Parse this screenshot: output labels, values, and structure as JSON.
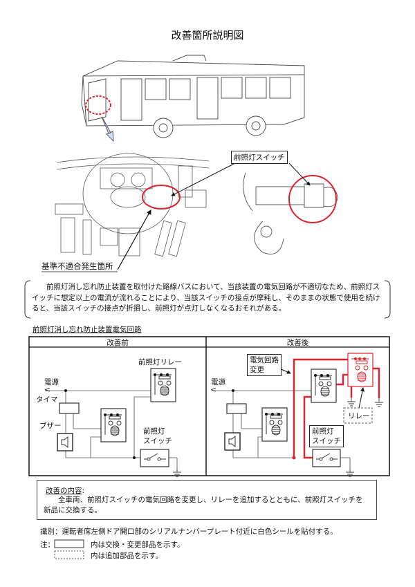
{
  "title": "改善箇所説明図",
  "illustration": {
    "switch_label": "前照灯スイッチ",
    "defect_location_label": "基準不適合発生箇所"
  },
  "description": "前照灯消し忘れ防止装置を取付けた路線バスにおいて、当該装置の電気回路が不適切なため、前照灯スイッチに想定以上の電流が流れることにより、当該スイッチの接点が摩耗し、そのままの状態で使用を続けると、当該スイッチの接点が折損し、前照灯が点灯しなくなるおそれがある。",
  "circuit": {
    "heading": "前照灯消し忘れ防止装置電気回路",
    "before": {
      "header": "改善前",
      "power": "電源",
      "arrow": "<",
      "timer": "タイマ",
      "buzzer": "ブザー",
      "relay": "前照灯リレー",
      "switch_line1": "前照灯",
      "switch_line2": "スイッチ"
    },
    "after": {
      "header": "改善後",
      "power": "電源",
      "change_line1": "電気回路",
      "change_line2": "変更",
      "added_relay": "リレー",
      "switch_line1": "前照灯",
      "switch_line2": "スイッチ"
    }
  },
  "improvement": {
    "heading": "改善の内容",
    "colon": ":",
    "body": "全車両、前照灯スイッチの電気回路を変更し、リレーを追加するとともに、前照灯スイッチを新品に交換する。"
  },
  "identification": "識別：運転者席左側ドア開口部のシリアルナンバープレート付近に白色シールを貼付する。",
  "notes": {
    "prefix": "注：",
    "solid": "内は交換・変更部品を示す。",
    "dashed": "内は追加部品を示す。"
  },
  "colors": {
    "highlight": "#e0202a",
    "line": "#333333",
    "wire": "#7a7a7a"
  }
}
